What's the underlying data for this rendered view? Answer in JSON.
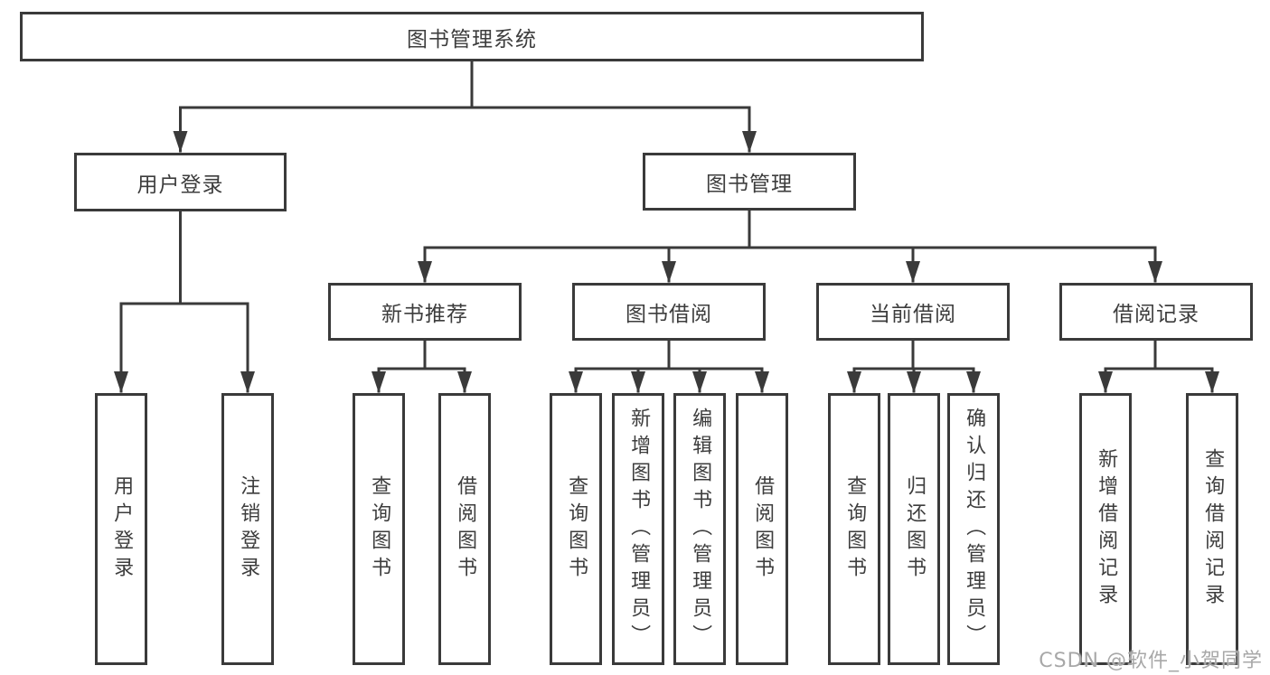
{
  "meta": {
    "colors": {
      "line": "#3a3a3a",
      "text": "#3d3d3d",
      "background": "#ffffff",
      "watermark": "#a8a8a8"
    }
  },
  "tree": {
    "label": "图书管理系统",
    "children": [
      {
        "label": "用户登录",
        "children": [
          {
            "label": "用户登录"
          },
          {
            "label": "注销登录"
          }
        ]
      },
      {
        "label": "图书管理",
        "children": [
          {
            "label": "新书推荐",
            "children": [
              {
                "label": "查询图书"
              },
              {
                "label": "借阅图书"
              }
            ]
          },
          {
            "label": "图书借阅",
            "children": [
              {
                "label": "查询图书"
              },
              {
                "label": "新增图书（管理员）"
              },
              {
                "label": "编辑图书（管理员）"
              },
              {
                "label": "借阅图书"
              }
            ]
          },
          {
            "label": "当前借阅",
            "children": [
              {
                "label": "查询图书"
              },
              {
                "label": "归还图书"
              },
              {
                "label": "确认归还（管理员）"
              }
            ]
          },
          {
            "label": "借阅记录",
            "children": [
              {
                "label": "新增借阅记录"
              },
              {
                "label": "查询借阅记录"
              }
            ]
          }
        ]
      }
    ]
  },
  "watermark": {
    "text": "CSDN @软件_小贺同学"
  }
}
